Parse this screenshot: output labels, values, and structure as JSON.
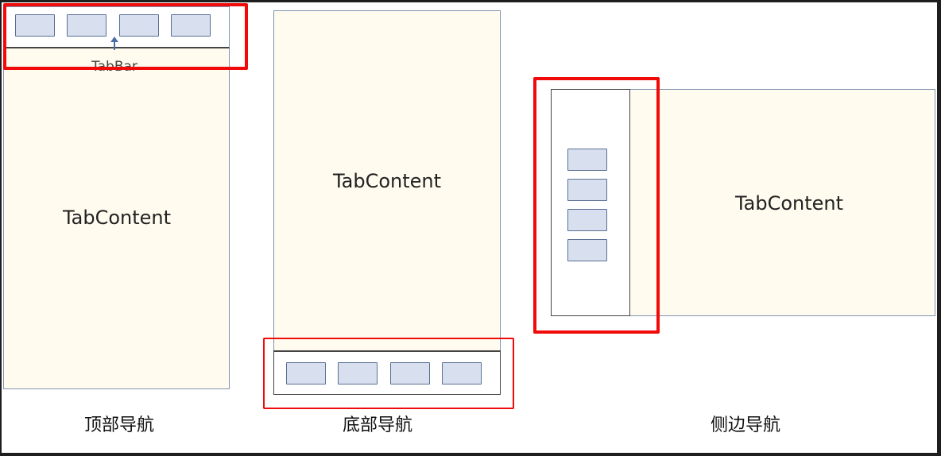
{
  "panels": [
    {
      "content_label": "TabContent",
      "caption": "顶部导航",
      "tabbar_label": "TabBar",
      "tab_count": 4,
      "position": "top"
    },
    {
      "content_label": "TabContent",
      "caption": "底部导航",
      "tab_count": 4,
      "position": "bottom"
    },
    {
      "content_label": "TabContent",
      "caption": "侧边导航",
      "tab_count": 4,
      "position": "side"
    }
  ],
  "colors": {
    "highlight": "#f00a0a",
    "content_bg": "#fffbee",
    "tab_fill": "#d8e0f0",
    "tab_border": "#5a6f94"
  }
}
